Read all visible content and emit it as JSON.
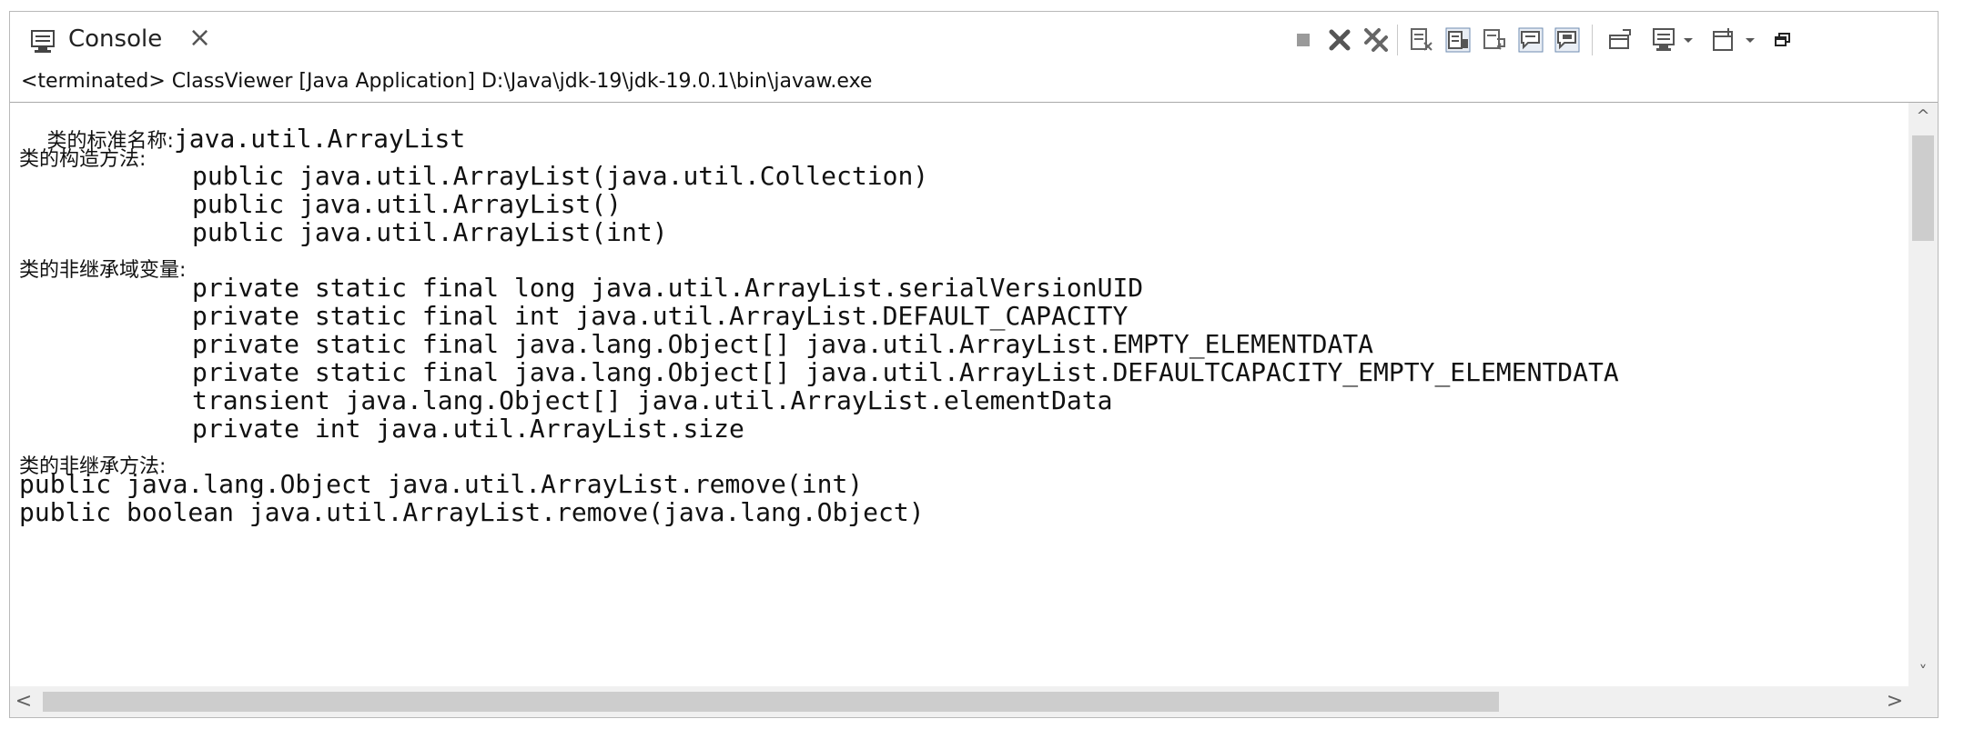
{
  "tab": {
    "label": "Console",
    "close": "×"
  },
  "status": {
    "text": "<terminated> ClassViewer [Java Application] D:\\Java\\jdk-19\\jdk-19.0.1\\bin\\javaw.exe"
  },
  "toolbar": {
    "icons": [
      "terminate-icon",
      "remove-launch-icon",
      "remove-all-launches-icon",
      "clear-console-icon",
      "scroll-lock-icon",
      "word-wrap-icon",
      "show-on-stdout-icon",
      "show-on-stderr-icon",
      "pin-console-icon",
      "display-console-icon",
      "open-console-icon",
      "maximize-icon"
    ]
  },
  "console": {
    "line1_label": "类的标准名称:",
    "line1_value": "java.util.ArrayList",
    "line2": "类的构造方法:",
    "line3": "public java.util.ArrayList(java.util.Collection)",
    "line4": "public java.util.ArrayList()",
    "line5": "public java.util.ArrayList(int)",
    "line6": "类的非继承域变量:",
    "line7": "private static final long java.util.ArrayList.serialVersionUID",
    "line8": "private static final int java.util.ArrayList.DEFAULT_CAPACITY",
    "line9": "private static final java.lang.Object[] java.util.ArrayList.EMPTY_ELEMENTDATA",
    "line10": "private static final java.lang.Object[] java.util.ArrayList.DEFAULTCAPACITY_EMPTY_ELEMENTDATA",
    "line11": "transient java.lang.Object[] java.util.ArrayList.elementData",
    "line12": "private int java.util.ArrayList.size",
    "line13": "类的非继承方法:",
    "line14": "public java.lang.Object java.util.ArrayList.remove(int)",
    "line15": "public boolean java.util.ArrayList.remove(java.lang.Object)"
  },
  "scrollbar": {
    "up": "^",
    "down": "˅",
    "left": "<",
    "right": ">"
  }
}
